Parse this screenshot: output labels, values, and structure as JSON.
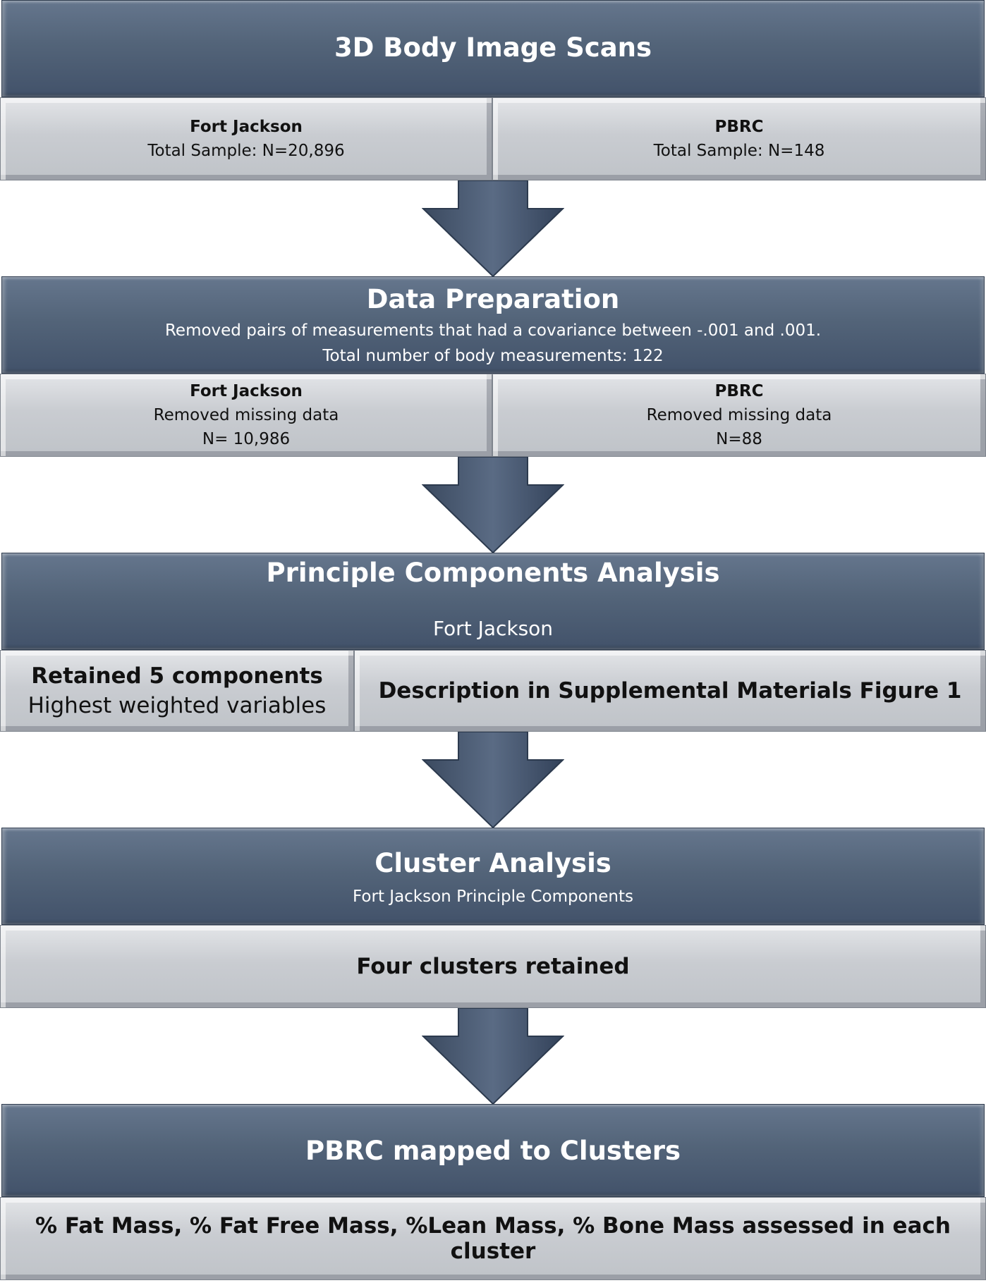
{
  "steps": {
    "s1": {
      "title": "3D Body Image Scans",
      "left": {
        "title": "Fort Jackson",
        "line1": "Total Sample: N=20,896"
      },
      "right": {
        "title": "PBRC",
        "line1": "Total Sample: N=148"
      }
    },
    "s2": {
      "title": "Data Preparation",
      "line1": "Removed pairs of measurements that had a covariance between -.001 and .001.",
      "line2": "Total number of body measurements:  122",
      "left": {
        "title": "Fort Jackson",
        "line1": "Removed missing data",
        "line2": "N= 10,986"
      },
      "right": {
        "title": "PBRC",
        "line1": "Removed missing data",
        "line2": "N=88"
      }
    },
    "s3": {
      "title": "Principle Components Analysis",
      "line1": "Fort Jackson",
      "left": {
        "title": "Retained 5 components",
        "line1": "Highest weighted variables"
      },
      "right": {
        "title": "Description in Supplemental Materials Figure 1"
      }
    },
    "s4": {
      "title": "Cluster Analysis",
      "line1": "Fort Jackson Principle Components",
      "box": {
        "title": "Four clusters retained"
      }
    },
    "s5": {
      "title": "PBRC mapped to Clusters",
      "box": {
        "title": "% Fat Mass, % Fat Free Mass, %Lean Mass, % Bone Mass assessed in each cluster"
      }
    }
  },
  "colors": {
    "header": "#536479",
    "sub": "#c9ccd1",
    "arrow": "#3c4c63"
  }
}
